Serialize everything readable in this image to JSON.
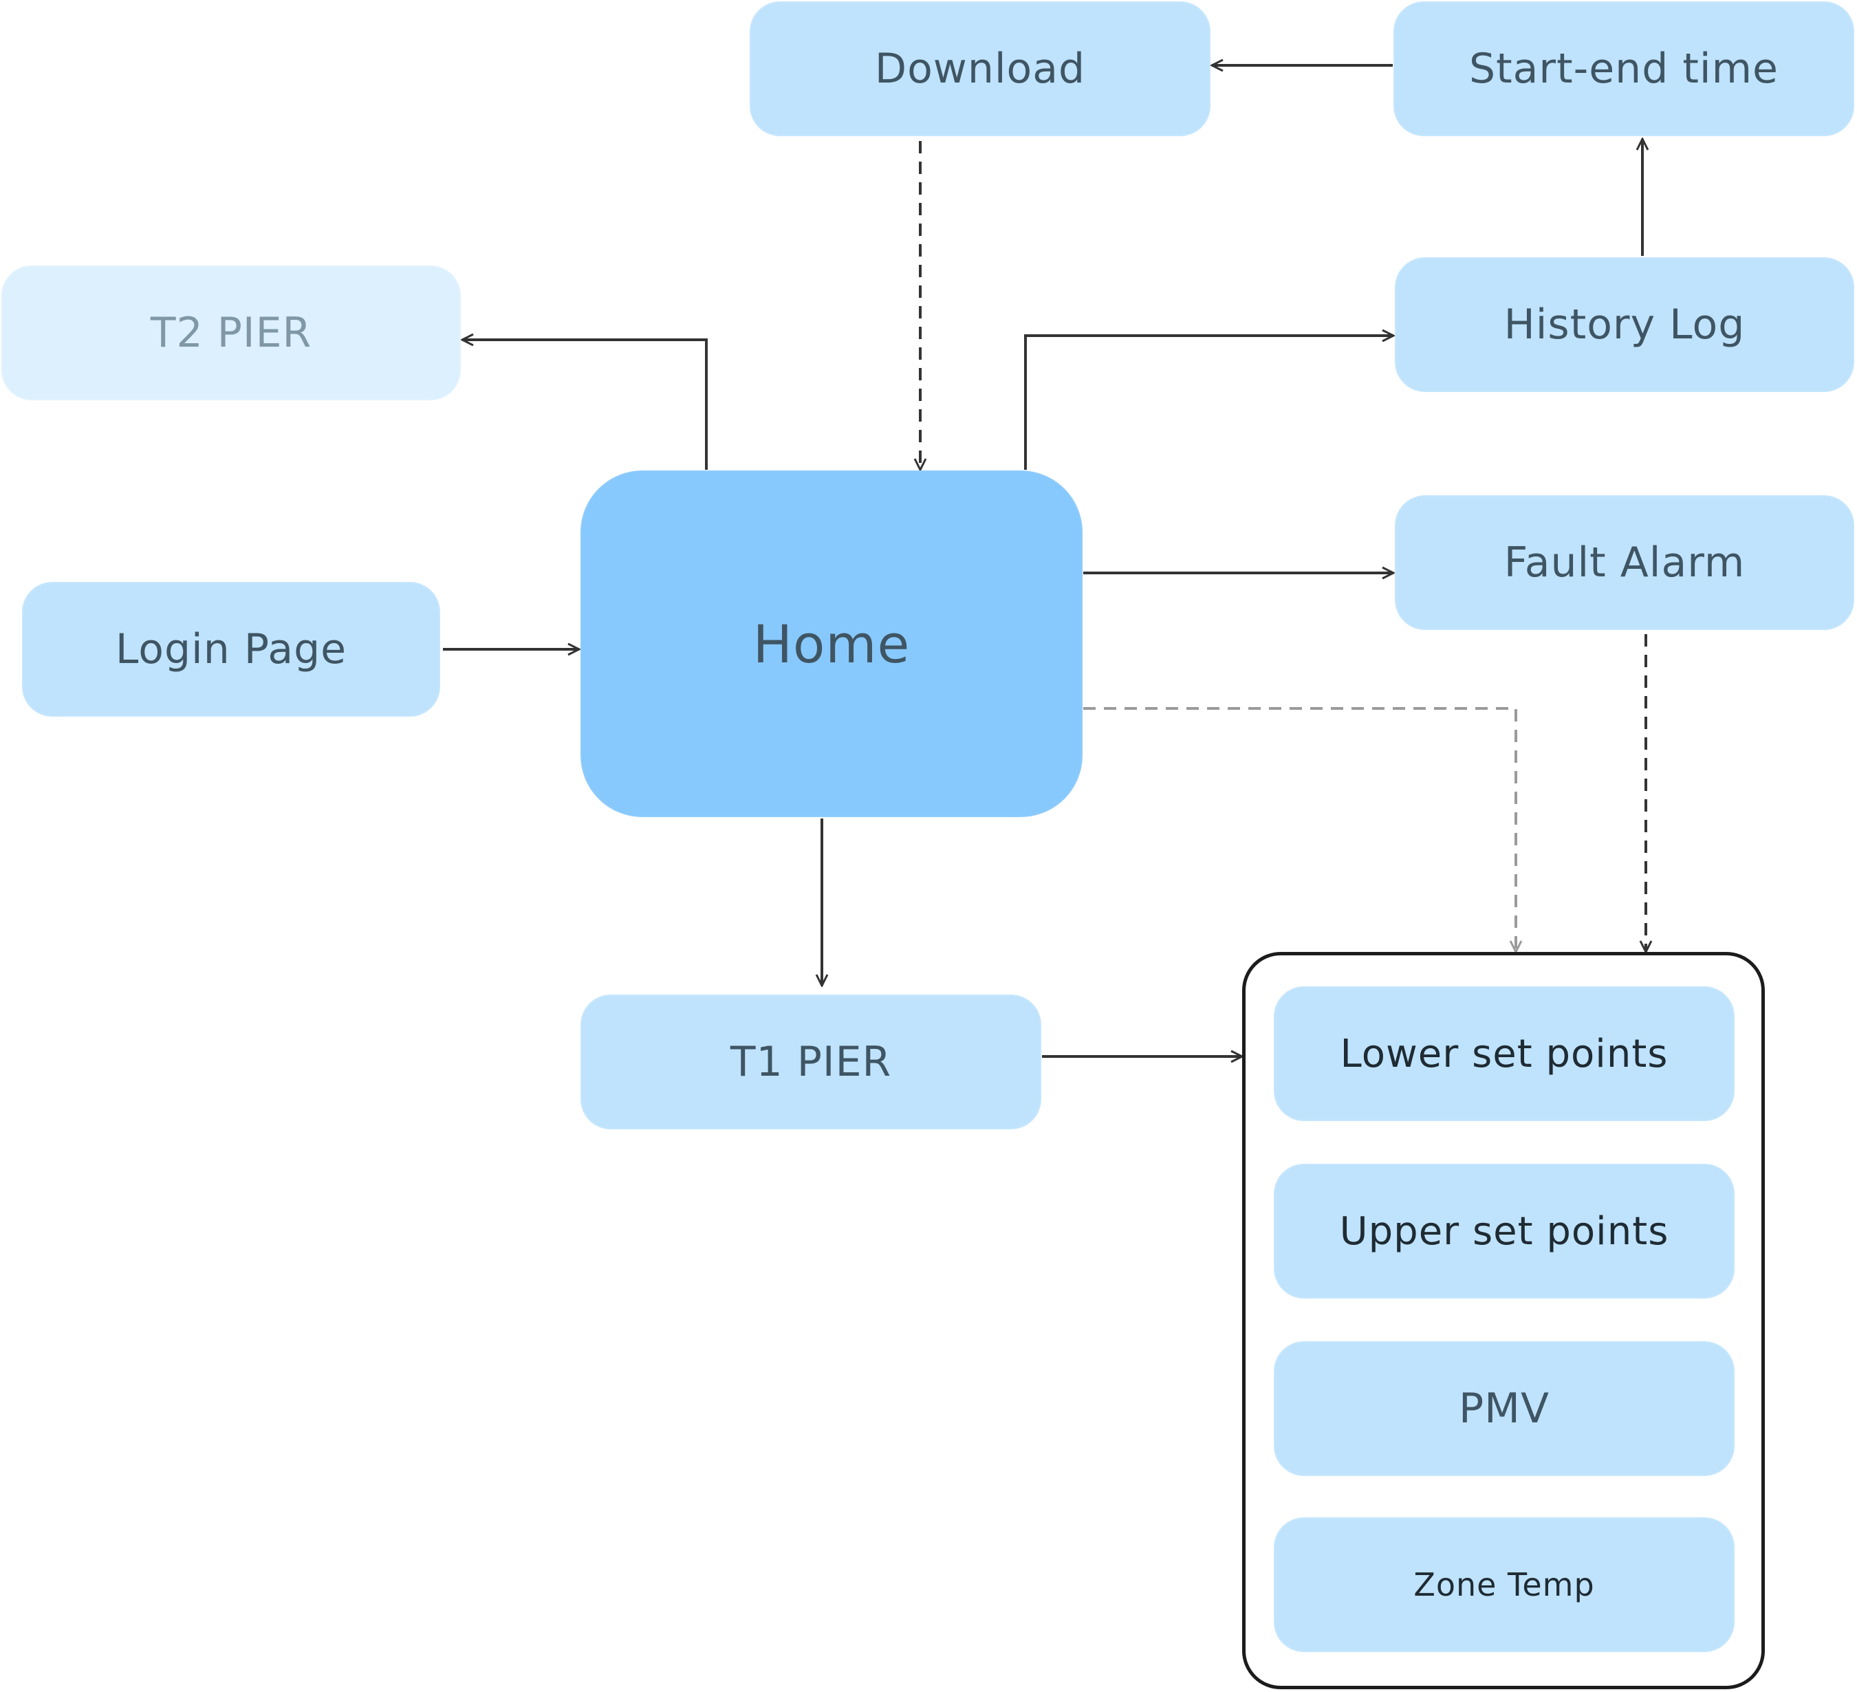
{
  "nodes": {
    "download": "Download",
    "start_end_time": "Start-end time",
    "t2_pier": "T2 PIER",
    "history_log": "History Log",
    "home": "Home",
    "login_page": "Login Page",
    "fault_alarm": "Fault Alarm",
    "t1_pier": "T1 PIER"
  },
  "group_items": [
    "Lower set points",
    "Upper set points",
    "PMV",
    "Zone Temp"
  ],
  "colors": {
    "node_fill": "#bfe3fd",
    "home_fill": "#88c9fd",
    "faded_fill": "#dcf0fe",
    "text": "#3f5563",
    "line": "#333333",
    "dashed_light": "#9a9a9a"
  }
}
